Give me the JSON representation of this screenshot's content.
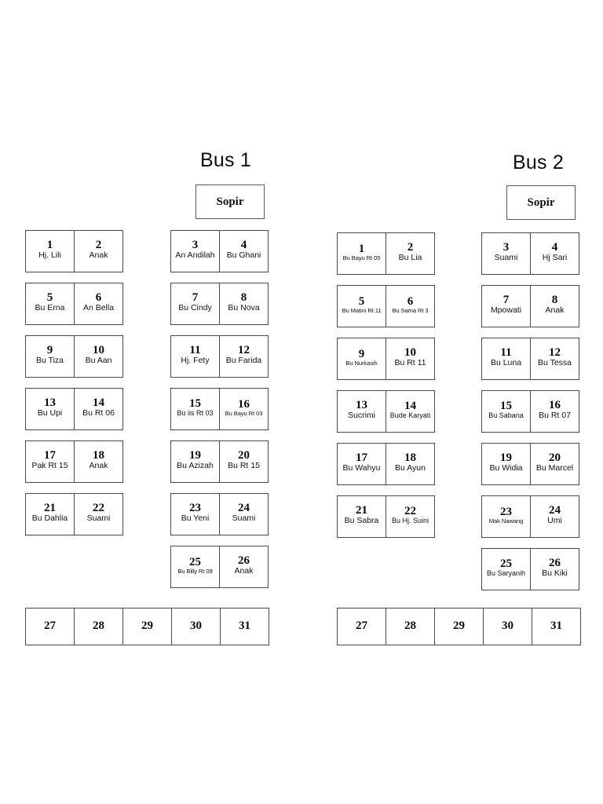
{
  "page": {
    "title": "Bus Seating Chart",
    "background": "#ffffff",
    "border_color": "#4a4a4a",
    "text_color": "#111111"
  },
  "buses": [
    {
      "title": "Bus 1",
      "driver_label": "Sopir",
      "left_column": [
        [
          {
            "num": "1",
            "name": "Hj. Lili",
            "size": "normal"
          },
          {
            "num": "2",
            "name": "Anak",
            "size": "normal"
          }
        ],
        [
          {
            "num": "5",
            "name": "Bu Erna",
            "size": "normal"
          },
          {
            "num": "6",
            "name": "An Bella",
            "size": "normal"
          }
        ],
        [
          {
            "num": "9",
            "name": "Bu Tiza",
            "size": "normal"
          },
          {
            "num": "10",
            "name": "Bu Aan",
            "size": "normal"
          }
        ],
        [
          {
            "num": "13",
            "name": "Bu Upi",
            "size": "normal"
          },
          {
            "num": "14",
            "name": "Bu Rt 06",
            "size": "normal"
          }
        ],
        [
          {
            "num": "17",
            "name": "Pak Rt 15",
            "size": "normal"
          },
          {
            "num": "18",
            "name": "Anak",
            "size": "normal"
          }
        ],
        [
          {
            "num": "21",
            "name": "Bu Dahlia",
            "size": "normal"
          },
          {
            "num": "22",
            "name": "Suami",
            "size": "normal"
          }
        ]
      ],
      "right_column": [
        [
          {
            "num": "3",
            "name": "An Andilah",
            "size": "normal"
          },
          {
            "num": "4",
            "name": "Bu Ghani",
            "size": "normal"
          }
        ],
        [
          {
            "num": "7",
            "name": "Bu Cindy",
            "size": "normal"
          },
          {
            "num": "8",
            "name": "Bu Nova",
            "size": "normal"
          }
        ],
        [
          {
            "num": "11",
            "name": "Hj. Fety",
            "size": "normal"
          },
          {
            "num": "12",
            "name": "Bu Farida",
            "size": "normal"
          }
        ],
        [
          {
            "num": "15",
            "name": "Bu iis Rt 03",
            "size": "small"
          },
          {
            "num": "16",
            "name": "Bu Bayu Rt 03",
            "size": "tiny"
          }
        ],
        [
          {
            "num": "19",
            "name": "Bu Azizah",
            "size": "normal"
          },
          {
            "num": "20",
            "name": "Bu Rt 15",
            "size": "normal"
          }
        ],
        [
          {
            "num": "23",
            "name": "Bu Yeni",
            "size": "normal"
          },
          {
            "num": "24",
            "name": "Suami",
            "size": "normal"
          }
        ],
        [
          {
            "num": "25",
            "name": "Bu Billy Rt 09",
            "size": "tiny"
          },
          {
            "num": "26",
            "name": "Anak",
            "size": "normal"
          }
        ]
      ],
      "back_row": [
        "27",
        "28",
        "29",
        "30",
        "31"
      ]
    },
    {
      "title": "Bus 2",
      "driver_label": "Sopir",
      "left_column": [
        [
          {
            "num": "1",
            "name": "Bu Bayu Rt 05",
            "size": "tiny"
          },
          {
            "num": "2",
            "name": "Bu Lia",
            "size": "normal"
          }
        ],
        [
          {
            "num": "5",
            "name": "Bu Matini Rt 11",
            "size": "tiny"
          },
          {
            "num": "6",
            "name": "Bu Sama Rt 3",
            "size": "tiny"
          }
        ],
        [
          {
            "num": "9",
            "name": "Bu Nurkasih",
            "size": "tiny"
          },
          {
            "num": "10",
            "name": "Bu Rt 11",
            "size": "normal"
          }
        ],
        [
          {
            "num": "13",
            "name": "Sucrimi",
            "size": "normal"
          },
          {
            "num": "14",
            "name": "Bude Karyati",
            "size": "small"
          }
        ],
        [
          {
            "num": "17",
            "name": "Bu Wahyu",
            "size": "normal"
          },
          {
            "num": "18",
            "name": "Bu Ayun",
            "size": "normal"
          }
        ],
        [
          {
            "num": "21",
            "name": "Bu Sabra",
            "size": "normal"
          },
          {
            "num": "22",
            "name": "Bu Hj. Suini",
            "size": "small"
          }
        ]
      ],
      "right_column": [
        [
          {
            "num": "3",
            "name": "Suami",
            "size": "normal"
          },
          {
            "num": "4",
            "name": "Hj Sari",
            "size": "normal"
          }
        ],
        [
          {
            "num": "7",
            "name": "Mpowati",
            "size": "normal"
          },
          {
            "num": "8",
            "name": "Anak",
            "size": "normal"
          }
        ],
        [
          {
            "num": "11",
            "name": "Bu Luna",
            "size": "normal"
          },
          {
            "num": "12",
            "name": "Bu Tessa",
            "size": "normal"
          }
        ],
        [
          {
            "num": "15",
            "name": "Bu Sabana",
            "size": "small"
          },
          {
            "num": "16",
            "name": "Bu Rt 07",
            "size": "normal"
          }
        ],
        [
          {
            "num": "19",
            "name": "Bu Widia",
            "size": "normal"
          },
          {
            "num": "20",
            "name": "Bu Marcel",
            "size": "normal"
          }
        ],
        [
          {
            "num": "23",
            "name": "Mak Nawang",
            "size": "tiny"
          },
          {
            "num": "24",
            "name": "Umi",
            "size": "normal"
          }
        ],
        [
          {
            "num": "25",
            "name": "Bu Saryanih",
            "size": "small"
          },
          {
            "num": "26",
            "name": "Bu Kiki",
            "size": "normal"
          }
        ]
      ],
      "back_row": [
        "27",
        "28",
        "29",
        "30",
        "31"
      ]
    }
  ]
}
